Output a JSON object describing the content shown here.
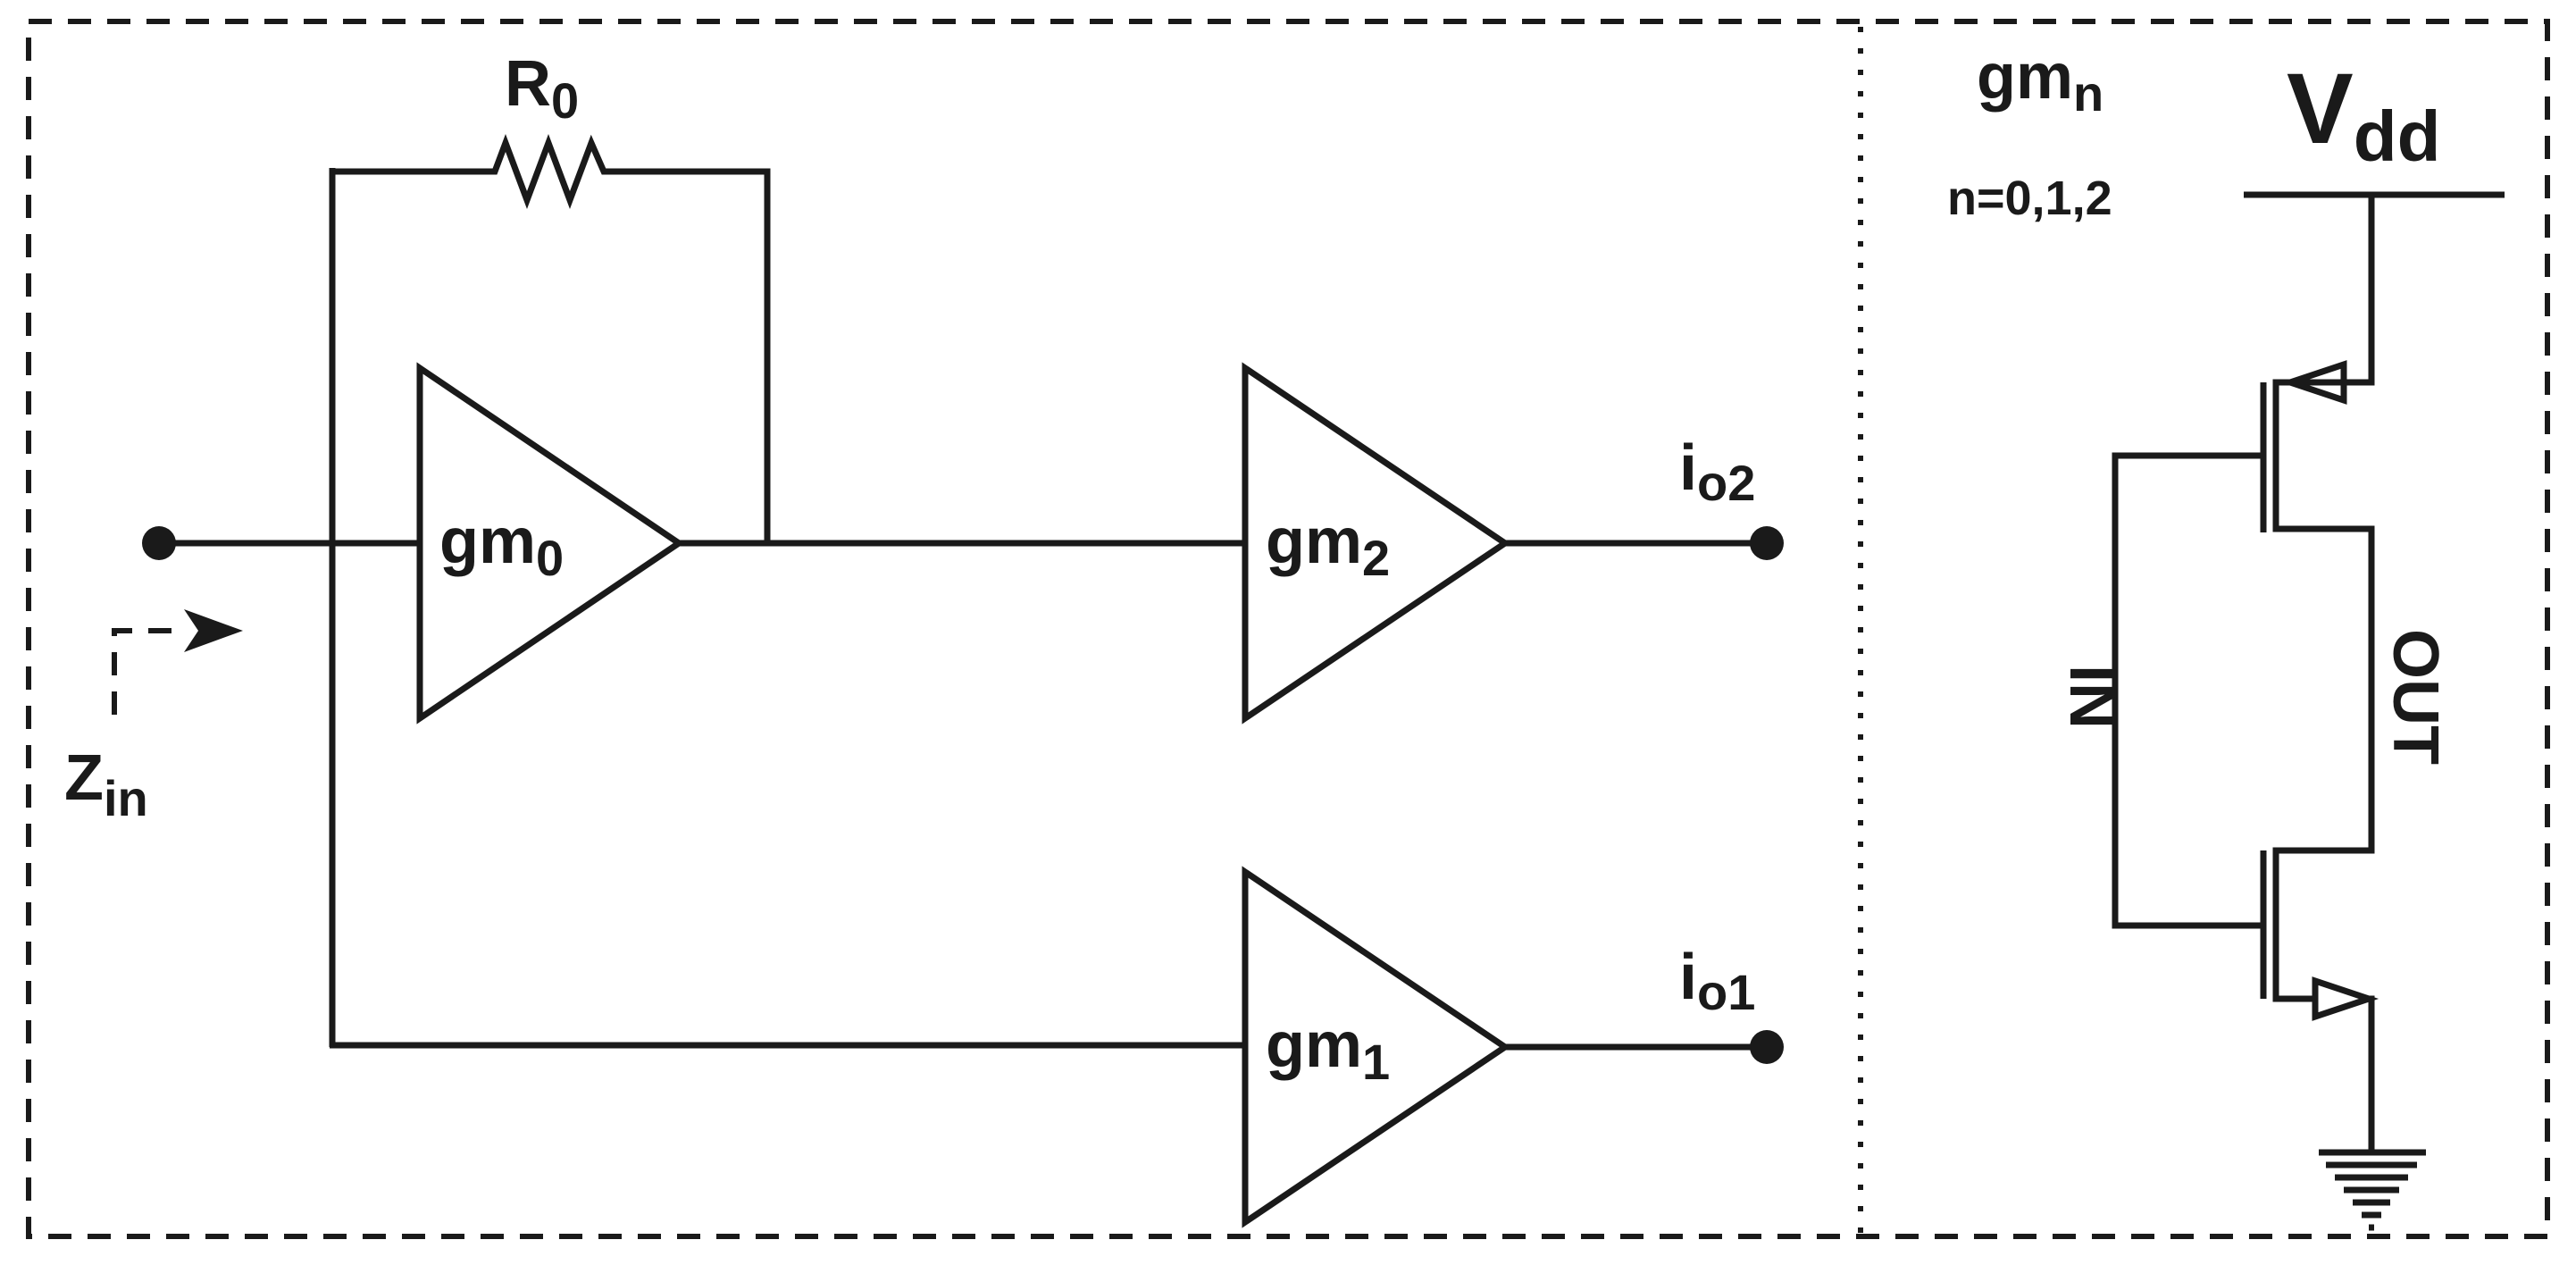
{
  "frame": {
    "style": "dashed outer border, dotted vertical divider"
  },
  "resistor": {
    "symbol": "R",
    "subscript": "0"
  },
  "amplifiers": [
    {
      "id": "gm0",
      "symbol": "gm",
      "subscript": "0"
    },
    {
      "id": "gm2",
      "symbol": "gm",
      "subscript": "2"
    },
    {
      "id": "gm1",
      "symbol": "gm",
      "subscript": "1"
    }
  ],
  "outputs": [
    {
      "id": "io2",
      "symbol": "i",
      "subscript": "o2"
    },
    {
      "id": "io1",
      "symbol": "i",
      "subscript": "o1"
    }
  ],
  "input_impedance": {
    "symbol": "Z",
    "subscript": "in"
  },
  "inset": {
    "title_symbol": "gm",
    "title_subscript": "n",
    "range_text": "n=0,1,2",
    "supply_symbol": "V",
    "supply_subscript": "dd",
    "input_label": "IN",
    "output_label": "OUT"
  },
  "colors": {
    "ink": "#1a1a1a",
    "background": "#ffffff"
  }
}
